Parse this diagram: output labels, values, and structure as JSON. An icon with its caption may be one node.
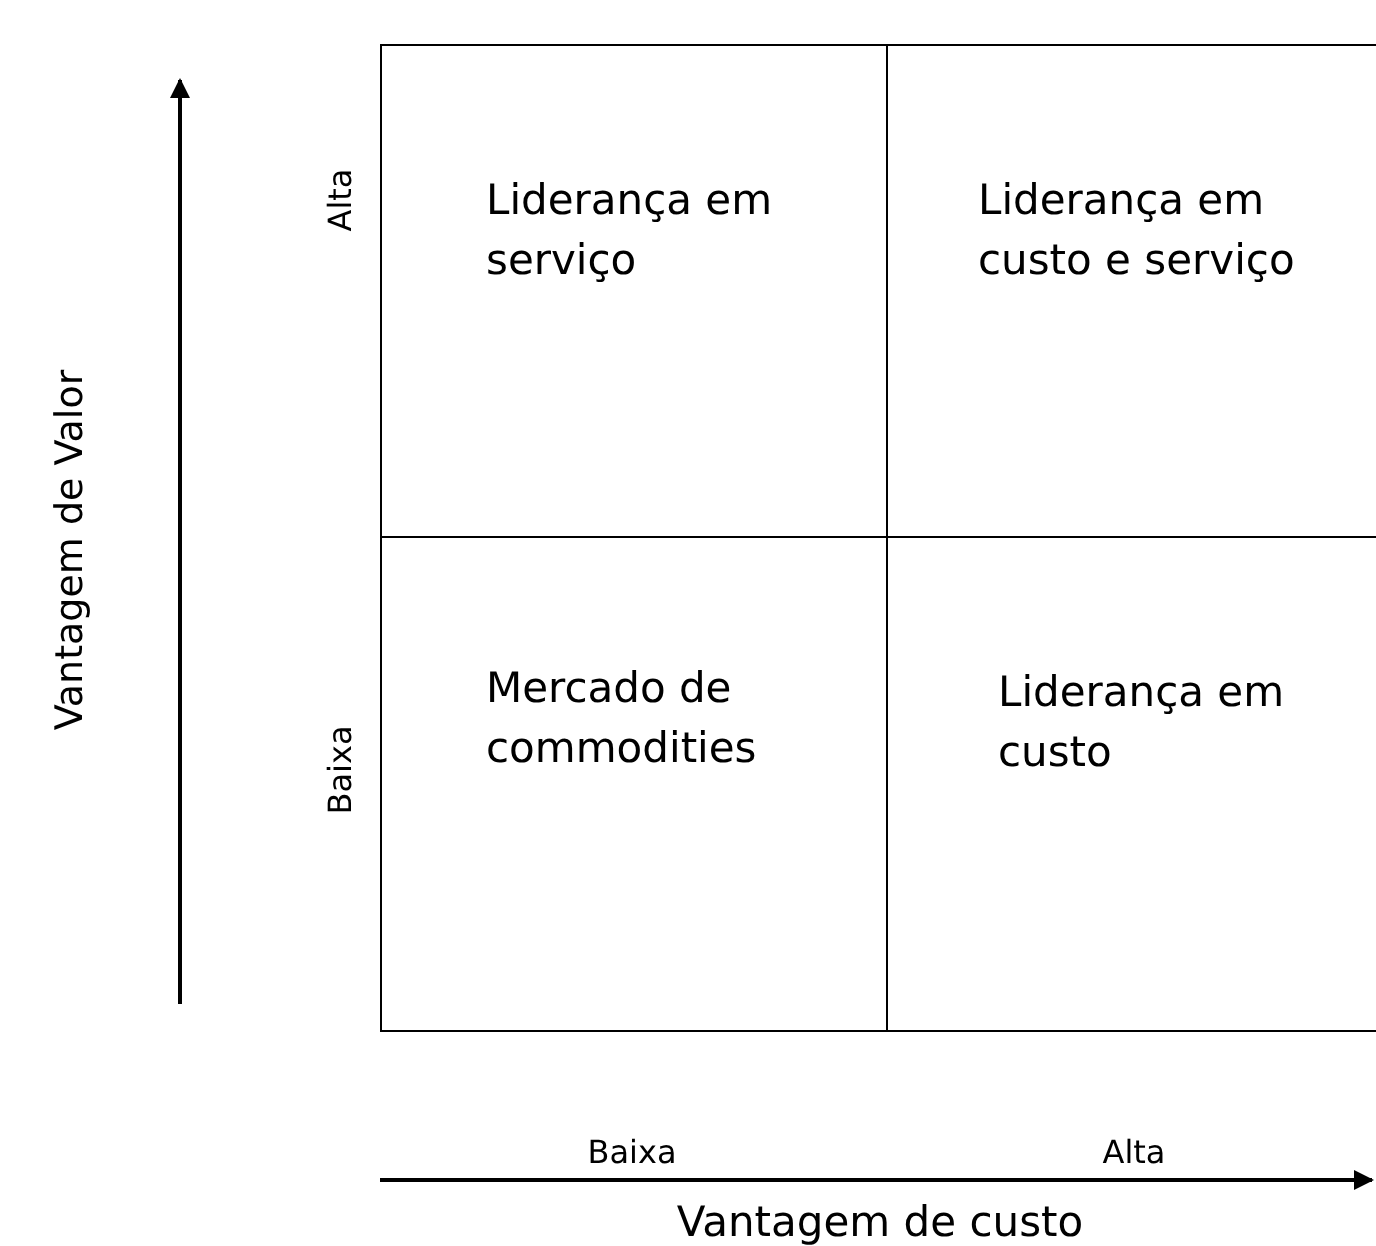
{
  "diagram": {
    "nodes": [
      {
        "text": [
          "Liderança em serviço"
        ]
      },
      {
        "text": [
          "Liderança em custo e serviço"
        ]
      },
      {
        "text": [
          "Mercado de commodities"
        ]
      },
      {
        "text": [
          "Liderança em custo"
        ]
      }
    ],
    "labels": [
      "Vantagem de Valor",
      "Alta",
      "Baixa",
      "Baixa",
      "Alta",
      "Vantagem de custo"
    ]
  }
}
